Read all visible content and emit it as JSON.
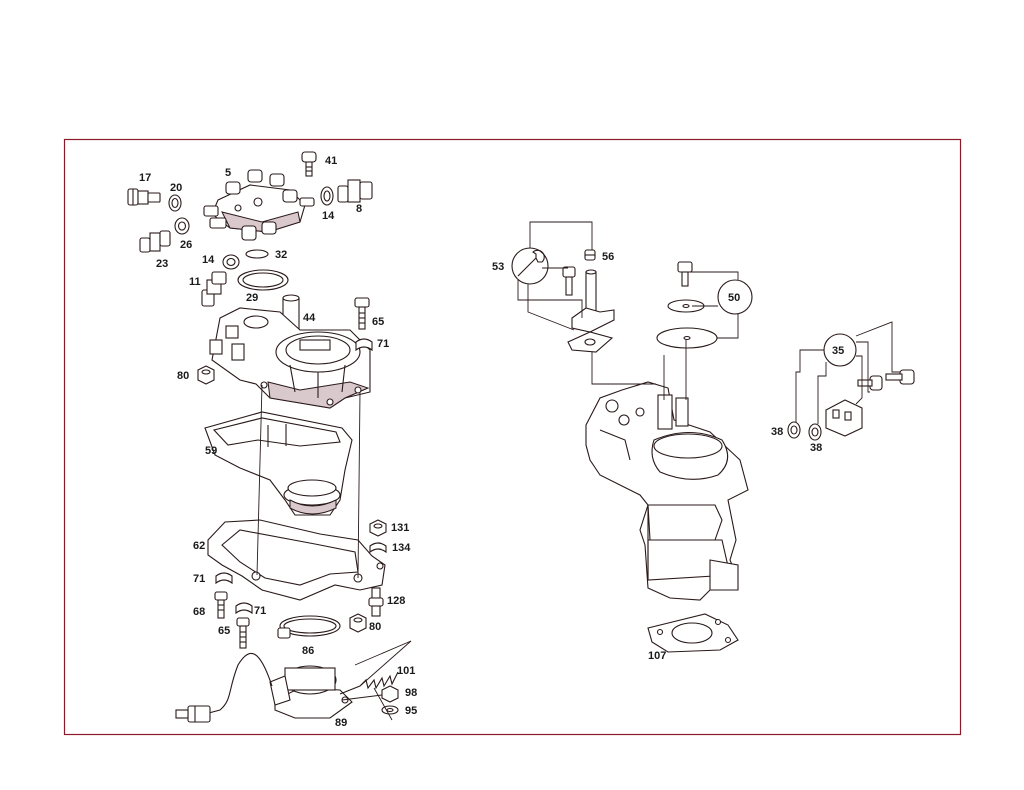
{
  "colors": {
    "frame": "#8b1a2b",
    "ink": "#1a1a1a",
    "shade": "#d9c8cc"
  },
  "callouts": {
    "c17": "17",
    "c20": "20",
    "c5": "5",
    "c41": "41",
    "c14a": "14",
    "c8": "8",
    "c23": "23",
    "c26": "26",
    "c32": "32",
    "c14b": "14",
    "c11": "11",
    "c29": "29",
    "c44": "44",
    "c65a": "65",
    "c71a": "71",
    "c80a": "80",
    "c59": "59",
    "c131": "131",
    "c134": "134",
    "c62": "62",
    "c71b": "71",
    "c68": "68",
    "c71c": "71",
    "c128": "128",
    "c65b": "65",
    "c80b": "80",
    "c86": "86",
    "c101": "101",
    "c98": "98",
    "c95": "95",
    "c89": "89",
    "c53": "53",
    "c56": "56",
    "c50": "50",
    "c35": "35",
    "c38a": "38",
    "c38b": "38",
    "c107": "107"
  }
}
